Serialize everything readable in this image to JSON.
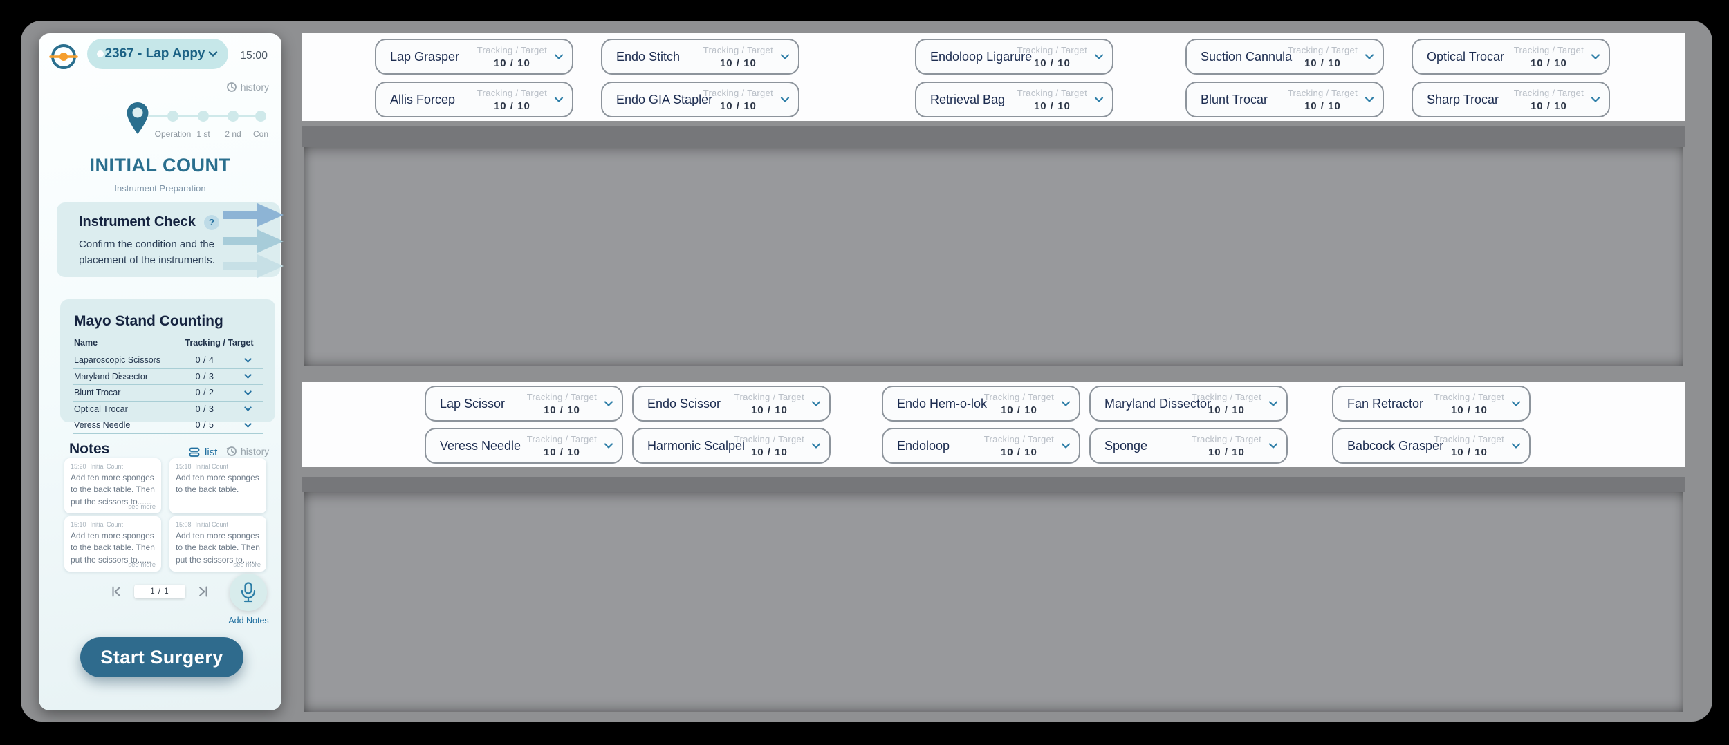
{
  "sidebar": {
    "case_selector": {
      "label": "2367 - Lap Appy"
    },
    "time": "15:00",
    "history_label": "history",
    "steps": [
      "Operation",
      "1 st",
      "2 nd",
      "Con"
    ],
    "phase_title": "INITIAL COUNT",
    "phase_subtitle": "Instrument Preparation",
    "instrument_check": {
      "title": "Instrument Check",
      "help_badge": "?",
      "description": "Confirm the condition and the placement of the instruments."
    },
    "mayo_stand": {
      "title": "Mayo Stand Counting",
      "columns": [
        "Name",
        "Tracking / Target"
      ],
      "rows": [
        {
          "name": "Laparoscopic Scissors",
          "value": "0 / 4"
        },
        {
          "name": "Maryland Dissector",
          "value": "0 / 3"
        },
        {
          "name": "Blunt Trocar",
          "value": "0 / 2"
        },
        {
          "name": "Optical Trocar",
          "value": "0 / 3"
        },
        {
          "name": "Veress Needle",
          "value": "0 / 5"
        }
      ]
    },
    "notes": {
      "title": "Notes",
      "list_label": "list",
      "history_label": "history",
      "cards": [
        {
          "time": "15:20",
          "tag": "Initial Count",
          "text": "Add ten more sponges to the back table. Then put the scissors to......",
          "see_more": "see more"
        },
        {
          "time": "15:18",
          "tag": "Initial Count",
          "text": "Add ten more sponges to the back table.",
          "see_more": ""
        },
        {
          "time": "15:10",
          "tag": "Initial Count",
          "text": "Add ten more sponges to the back table. Then put the scissors to......",
          "see_more": "see more"
        },
        {
          "time": "15:08",
          "tag": "Initial Count",
          "text": "Add ten more sponges to the back table. Then put the scissors to......",
          "see_more": "see more"
        }
      ],
      "pagination": "1 / 1",
      "add_notes_label": "Add Notes"
    },
    "start_button": "Start Surgery"
  },
  "main": {
    "tracking_target_label": "Tracking / Target",
    "tables": {
      "top": {
        "rows": [
          [
            {
              "name": "Lap Grasper",
              "value": "10 / 10"
            },
            {
              "name": "Endo Stitch",
              "value": "10 / 10"
            },
            {
              "name": "Endoloop Ligarure",
              "value": "10 / 10"
            },
            {
              "name": "Suction Cannula",
              "value": "10 / 10"
            },
            {
              "name": "Optical Trocar",
              "value": "10 / 10"
            }
          ],
          [
            {
              "name": "Allis Forcep",
              "value": "10 / 10"
            },
            {
              "name": "Endo GIA Stapler",
              "value": "10 / 10"
            },
            {
              "name": "Retrieval Bag",
              "value": "10 / 10"
            },
            {
              "name": "Blunt Trocar",
              "value": "10 / 10"
            },
            {
              "name": "Sharp Trocar",
              "value": "10 / 10"
            }
          ]
        ]
      },
      "middle": {
        "rows": [
          [
            {
              "name": "Lap Scissor",
              "value": "10 / 10"
            },
            {
              "name": "Endo Scissor",
              "value": "10 / 10"
            },
            {
              "name": "Endo Hem-o-lok",
              "value": "10 / 10"
            },
            {
              "name": "Maryland Dissector",
              "value": "10 / 10"
            },
            {
              "name": "Fan Retractor",
              "value": "10 / 10"
            }
          ],
          [
            {
              "name": "Veress Needle",
              "value": "10 / 10"
            },
            {
              "name": "Harmonic Scalpel",
              "value": "10 / 10"
            },
            {
              "name": "Endoloop",
              "value": "10 / 10"
            },
            {
              "name": "Sponge",
              "value": "10 / 10"
            },
            {
              "name": "Babcock Grasper",
              "value": "10 / 10"
            }
          ]
        ]
      }
    }
  },
  "icons": {
    "logo": "target-crosshair",
    "case_chevron": "chevron-down",
    "history": "clock-history",
    "step_marker": "location-pin",
    "help": "question-circle",
    "check_arrows": "triple-right-arrows",
    "list": "list-lines",
    "microphone": "microphone",
    "pager_first": "first-page",
    "pager_last": "last-page",
    "row_chevron": "chevron-down"
  },
  "colors": {
    "accent": "#2a6f8e",
    "accent_dark": "#1c6285",
    "heading_navy": "#15233f",
    "teal_card": "#dcedef",
    "pill": "#c6e7e9",
    "button": "#2f6b8d",
    "floor_gray": "#8f9092",
    "strip_gray": "#76777a",
    "orange": "#f59e2d"
  }
}
